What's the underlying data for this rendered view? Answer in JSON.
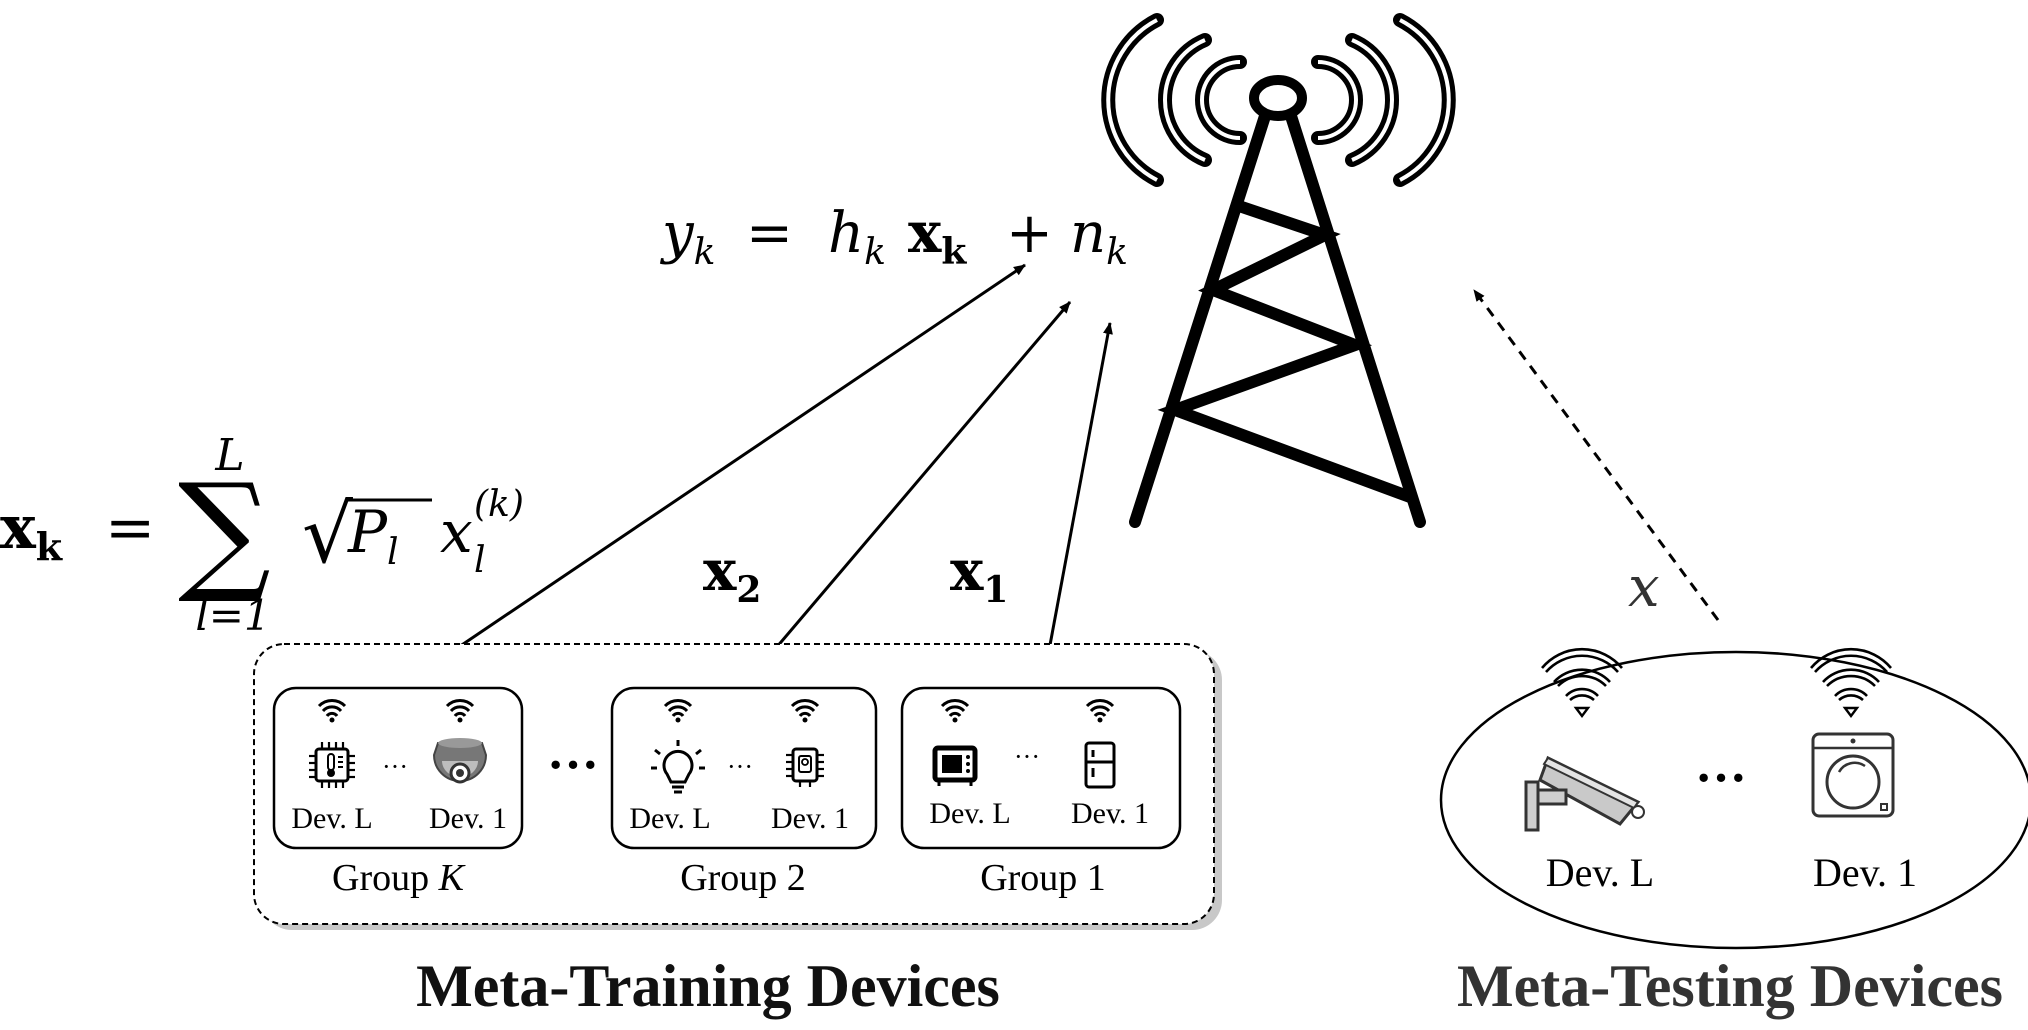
{
  "equations": {
    "received": {
      "y": "y",
      "y_sub": "k",
      "eq": "=",
      "h": "h",
      "h_sub": "k",
      "x": "x",
      "x_sub": "k",
      "plus": "+",
      "n": "n",
      "n_sub": "k"
    },
    "superposition": {
      "lhs": "x",
      "lhs_sub": "k",
      "eq": "=",
      "sigma": "∑",
      "upper": "L",
      "lower": "l=1",
      "sqrt": "√",
      "p": "P",
      "p_sub": "l",
      "x": "x",
      "x_sub": "l",
      "x_sup": "(k)"
    },
    "x2": {
      "base": "x",
      "sub": "2"
    },
    "x1": {
      "base": "x",
      "sub": "1"
    },
    "x_test": "x"
  },
  "meta_training": {
    "title": "Meta-Training Devices",
    "groups_ellipsis": "···",
    "groups": [
      {
        "label": "Group ",
        "label_var": "K",
        "dev_left": "Dev. L",
        "dev_right": "Dev. 1",
        "dots": "···",
        "icon_left": "sensor-chip-icon",
        "icon_right": "dome-camera-icon"
      },
      {
        "label": "Group 2",
        "label_var": "",
        "dev_left": "Dev. L",
        "dev_right": "Dev. 1",
        "dots": "···",
        "icon_left": "light-bulb-icon",
        "icon_right": "chip-icon"
      },
      {
        "label": "Group 1",
        "label_var": "",
        "dev_left": "Dev. L",
        "dev_right": "Dev. 1",
        "dots": "···",
        "icon_left": "microwave-icon",
        "icon_right": "fridge-icon"
      }
    ]
  },
  "meta_testing": {
    "title": "Meta-Testing Devices",
    "dev_left": "Dev. L",
    "dev_right": "Dev. 1",
    "dots": "···",
    "icon_left": "security-camera-icon",
    "icon_right": "washing-machine-icon"
  },
  "base_station": {
    "icon": "cell-tower-icon"
  },
  "colors": {
    "ink": "#000000",
    "title_gray": "#333333",
    "shadow": "#c8c8c8"
  }
}
